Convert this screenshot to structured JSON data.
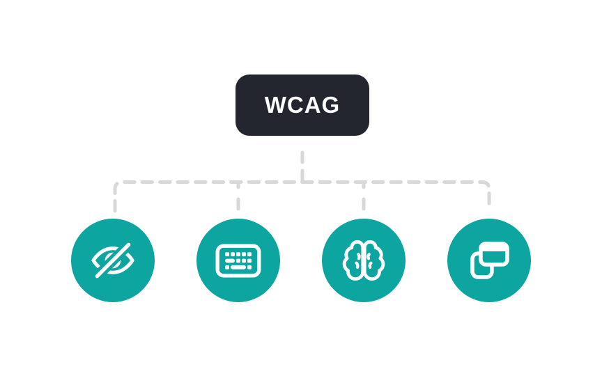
{
  "diagram": {
    "root": {
      "label": "WCAG"
    },
    "children": [
      {
        "name": "visual-accessibility",
        "icon": "eye-slash-icon"
      },
      {
        "name": "keyboard-accessibility",
        "icon": "keyboard-icon"
      },
      {
        "name": "cognitive-accessibility",
        "icon": "brain-icon"
      },
      {
        "name": "window-adaptability",
        "icon": "windows-icon"
      }
    ],
    "colors": {
      "node_teal": "#0DA5A0",
      "root_dark": "#23252F",
      "connector_gray": "#D8D8D8",
      "background": "#FFFFFF",
      "icon_white": "#FFFFFF"
    }
  }
}
